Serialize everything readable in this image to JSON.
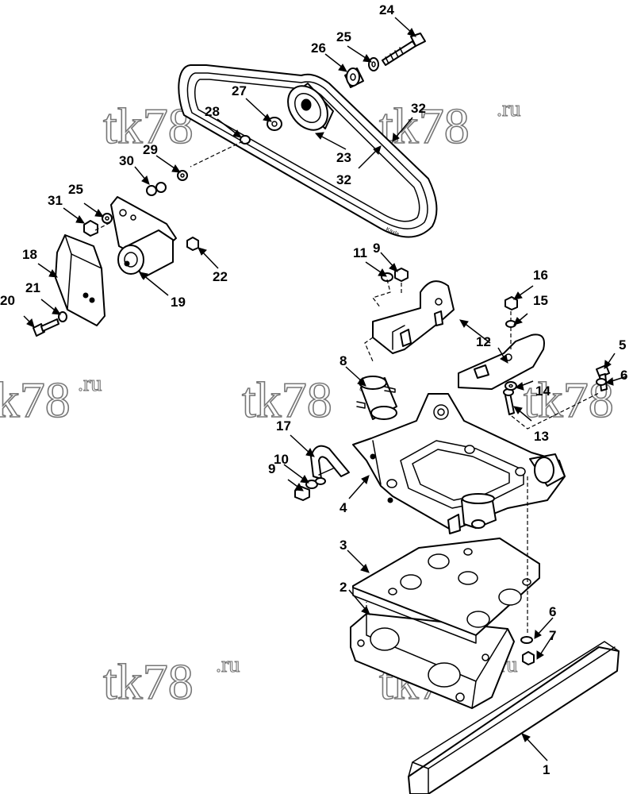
{
  "watermark": {
    "main": "tk78",
    "suffix": ".ru"
  },
  "belt_marking": "Kaxla",
  "colors": {
    "line": "#000000",
    "background": "#ffffff",
    "watermark_outline": "#777777"
  },
  "callouts": {
    "c1": "1",
    "c2": "2",
    "c3": "3",
    "c4": "4",
    "c5": "5",
    "c6a": "6",
    "c6b": "6",
    "c7": "7",
    "c8": "8",
    "c9a": "9",
    "c9b": "9",
    "c10": "10",
    "c11": "11",
    "c12": "12",
    "c13": "13",
    "c14": "14",
    "c15": "15",
    "c16": "16",
    "c17": "17",
    "c18": "18",
    "c19": "19",
    "c20": "20",
    "c21": "21",
    "c22": "22",
    "c23": "23",
    "c24": "24",
    "c25a": "25",
    "c25b": "25",
    "c26": "26",
    "c27": "27",
    "c28": "28",
    "c29": "29",
    "c30": "30",
    "c31": "31",
    "c32a": "32",
    "c32b": "32"
  }
}
